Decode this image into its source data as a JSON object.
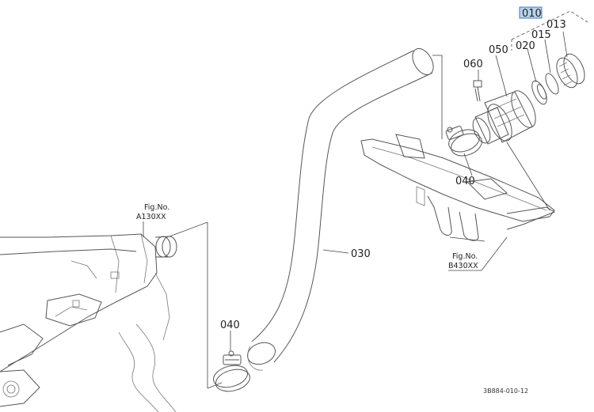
{
  "callouts": {
    "p010": "010",
    "p013": "013",
    "p015": "015",
    "p020": "020",
    "p030": "030",
    "p040_upper": "040",
    "p040_lower": "040",
    "p050": "050",
    "p060": "060"
  },
  "references": {
    "left_fig_label": "Fig.No.",
    "left_fig_code": "A130XX",
    "right_fig_label": "Fig.No.",
    "right_fig_code": "B430XX"
  },
  "drawing_code": "3B884-010-12",
  "highlight_color": "#b9d3ee"
}
